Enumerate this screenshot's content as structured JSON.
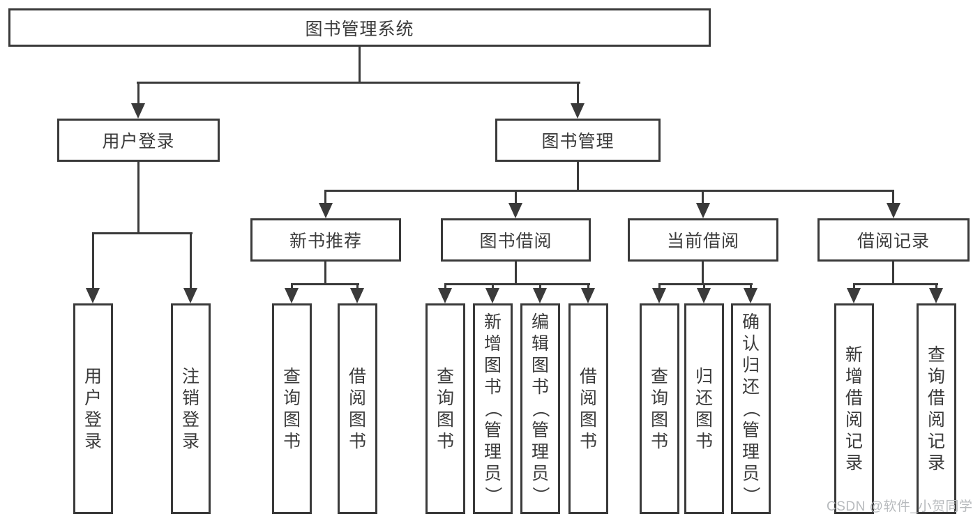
{
  "diagram": {
    "type": "hierarchy-tree",
    "tree": {
      "root": {
        "label": "图书管理系统"
      },
      "branches": [
        {
          "label": "用户登录",
          "children": [
            {
              "label": "用户登录"
            },
            {
              "label": "注销登录"
            }
          ]
        },
        {
          "label": "图书管理",
          "children": [
            {
              "label": "新书推荐",
              "children": [
                {
                  "label": "查询图书"
                },
                {
                  "label": "借阅图书"
                }
              ]
            },
            {
              "label": "图书借阅",
              "children": [
                {
                  "label": "查询图书"
                },
                {
                  "label": "新增图书（管理员）"
                },
                {
                  "label": "编辑图书（管理员）"
                },
                {
                  "label": "借阅图书"
                }
              ]
            },
            {
              "label": "当前借阅",
              "children": [
                {
                  "label": "查询图书"
                },
                {
                  "label": "归还图书"
                },
                {
                  "label": "确认归还（管理员）"
                }
              ]
            },
            {
              "label": "借阅记录",
              "children": [
                {
                  "label": "新增借阅记录"
                },
                {
                  "label": "查询借阅记录"
                }
              ]
            }
          ]
        }
      ]
    }
  },
  "watermark": {
    "text": "CSDN @软件_小贺同学"
  },
  "colors": {
    "line": "#3a3a3a",
    "text": "#3b3b3b",
    "watermark": "#b7babd",
    "background": "#ffffff"
  }
}
